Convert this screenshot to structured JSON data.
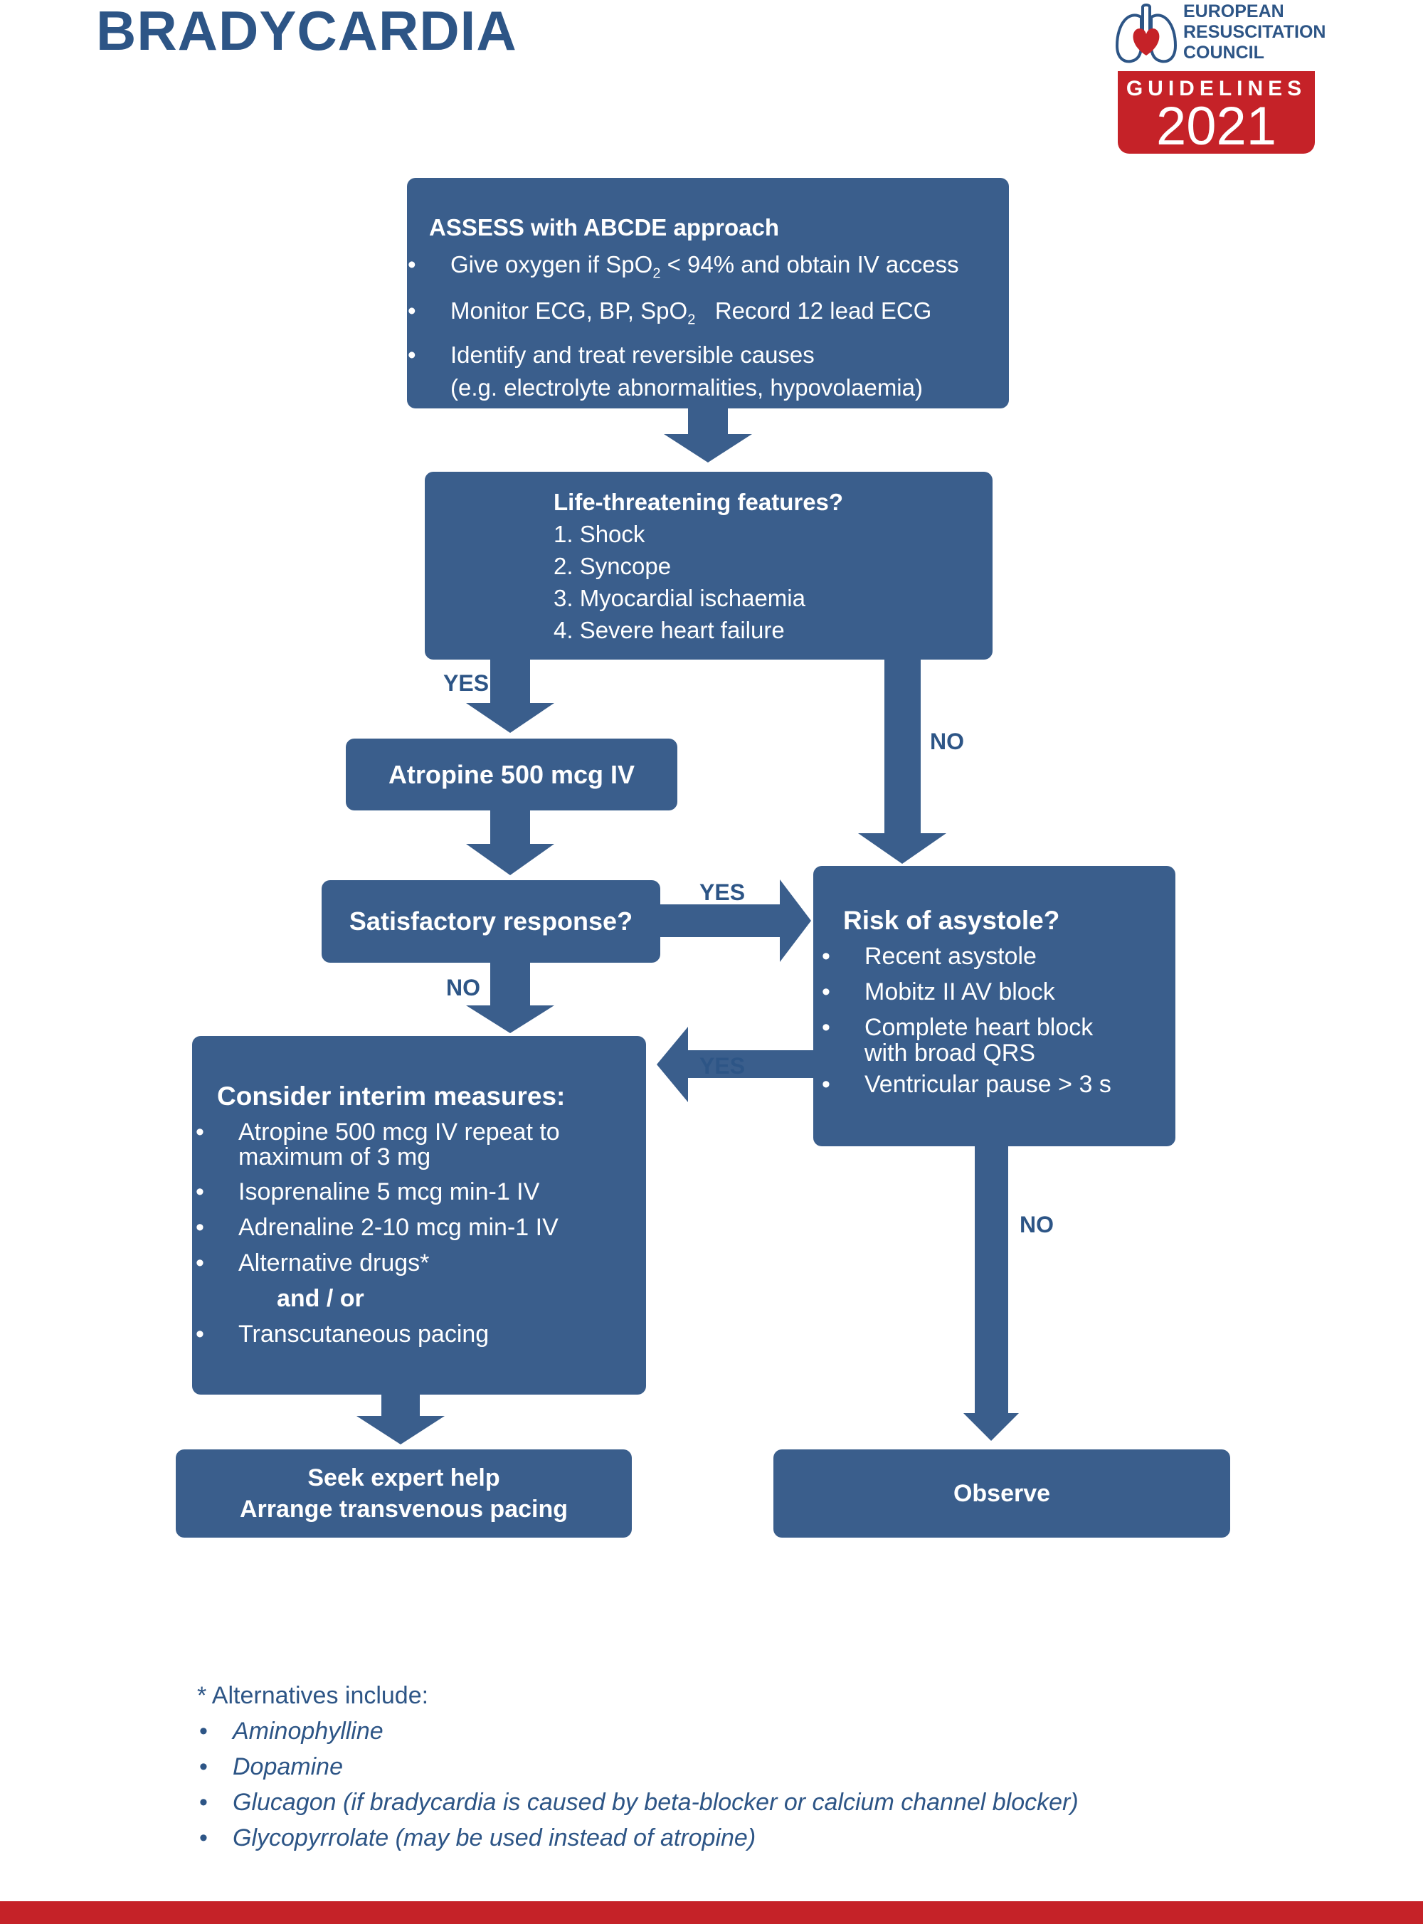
{
  "title": "BRADYCARDIA",
  "logo": {
    "line1": "EUROPEAN",
    "line2": "RESUSCITATION",
    "line3": "COUNCIL",
    "badge_label": "GUIDELINES",
    "badge_year": "2021",
    "icon": "lungs-heart-icon",
    "colors": {
      "red": "#c52228",
      "blue": "#2d5586"
    }
  },
  "assess": {
    "heading": "ASSESS with ABCDE approach",
    "line1_pre": "Give oxygen if SpO",
    "line1_sub": "2",
    "line1_post": " < 94% and obtain IV access",
    "line2_pre": "Monitor ECG, BP, SpO",
    "line2_sub": "2",
    "line2_post": "   Record 12 lead ECG",
    "line3": "Identify and treat reversible causes",
    "line4": "(e.g. electrolyte abnormalities, hypovolaemia)"
  },
  "life": {
    "heading": "Life-threatening features?",
    "items": [
      "1. Shock",
      "2. Syncope",
      "3. Myocardial ischaemia",
      "4. Severe heart failure"
    ]
  },
  "atropine": "Atropine 500 mcg IV",
  "satisfactory": "Satisfactory response?",
  "risk": {
    "heading": "Risk of asystole?",
    "items": [
      "Recent asystole",
      "Mobitz II AV block",
      "Complete heart block",
      "with broad QRS",
      "Ventricular pause > 3 s"
    ]
  },
  "interim": {
    "heading": "Consider interim measures:",
    "items": [
      "Atropine 500 mcg IV repeat to",
      "maximum of 3 mg",
      "Isoprenaline 5 mcg min-1 IV",
      "Adrenaline 2-10 mcg min-1 IV",
      "Alternative drugs*",
      "and / or",
      "Transcutaneous pacing"
    ]
  },
  "seek": {
    "line1": "Seek expert help",
    "line2": "Arrange transvenous pacing"
  },
  "observe": "Observe",
  "labels": {
    "yes1": "YES",
    "no1": "NO",
    "yes2": "YES",
    "no2": "NO",
    "yes3": "YES",
    "no3": "NO"
  },
  "footnote": {
    "heading": "* Alternatives include:",
    "items": [
      "Aminophylline",
      "Dopamine",
      "Glucagon (if bradycardia is caused by beta-blocker or calcium channel blocker)",
      "Glycopyrrolate (may be used instead of atropine)"
    ]
  },
  "colors": {
    "box": "#3a5e8c",
    "arrow": "#3a5e8c",
    "text": "#2d5586",
    "bar": "#c52228"
  }
}
